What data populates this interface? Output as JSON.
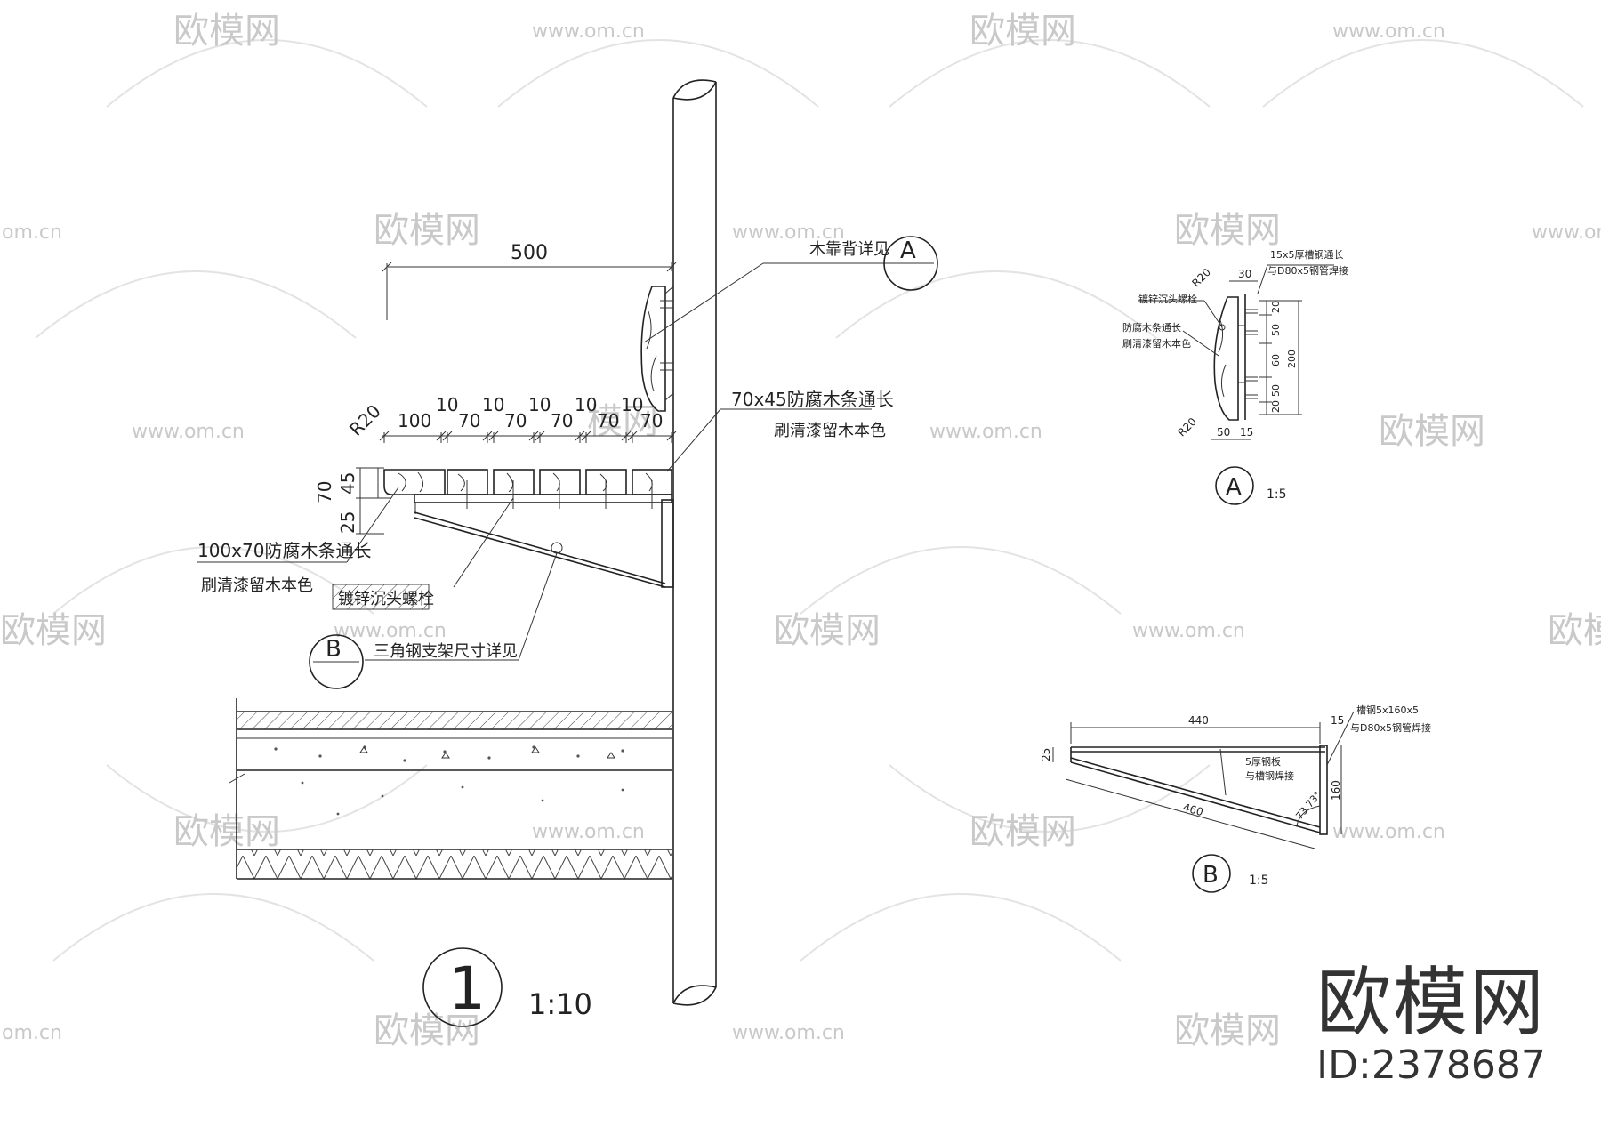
{
  "watermark": {
    "text": "欧模网",
    "url": "www.om.cn",
    "url_fragment": "om.cn",
    "fragment2": "模网"
  },
  "brand": {
    "name": "欧模网",
    "id": "ID:2378687"
  },
  "main": {
    "dim_500": "500",
    "r20": "R20",
    "top_dims": [
      "100",
      "10",
      "70",
      "10",
      "70",
      "10",
      "70",
      "10",
      "70",
      "10",
      "70"
    ],
    "side_dims": [
      "70",
      "45",
      "25"
    ],
    "note_backrest": "木靠背详见",
    "callout_a": "A",
    "note_70x45_1": "70x45防腐木条通长",
    "note_70x45_2": "刷清漆留木本色",
    "note_100x70_1": "100x70防腐木条通长",
    "note_100x70_2": "刷清漆留木本色",
    "note_bolt": "镀锌沉头螺栓",
    "callout_b": "B",
    "note_bracket": "三角钢支架尺寸详见",
    "number": "1",
    "scale": "1:10"
  },
  "detail_a": {
    "dim_30": "30",
    "r20_top": "R20",
    "r20_bottom": "R20",
    "note_plate_1": "15x5厚槽钢通长",
    "note_plate_2": "与D80x5钢管焊接",
    "note_bolt": "镀锌沉头螺栓",
    "note_wood_1": "防腐木条通长",
    "note_wood_2": "刷清漆留木本色",
    "v_dims": [
      "20",
      "50",
      "60",
      "50",
      "20"
    ],
    "total": "200",
    "bottom_dims": [
      "50",
      "15"
    ],
    "label": "A",
    "scale": "1:5"
  },
  "detail_b": {
    "dim_440": "440",
    "dim_15": "15",
    "dim_25": "25",
    "dim_460": "460",
    "dim_160": "160",
    "angle": "73.73°",
    "note_steel_1": "槽钢5x160x5",
    "note_steel_2": "与D80x5钢管焊接",
    "note_plate_1": "5厚钢板",
    "note_plate_2": "与槽钢焊接",
    "label": "B",
    "scale": "1:5"
  }
}
